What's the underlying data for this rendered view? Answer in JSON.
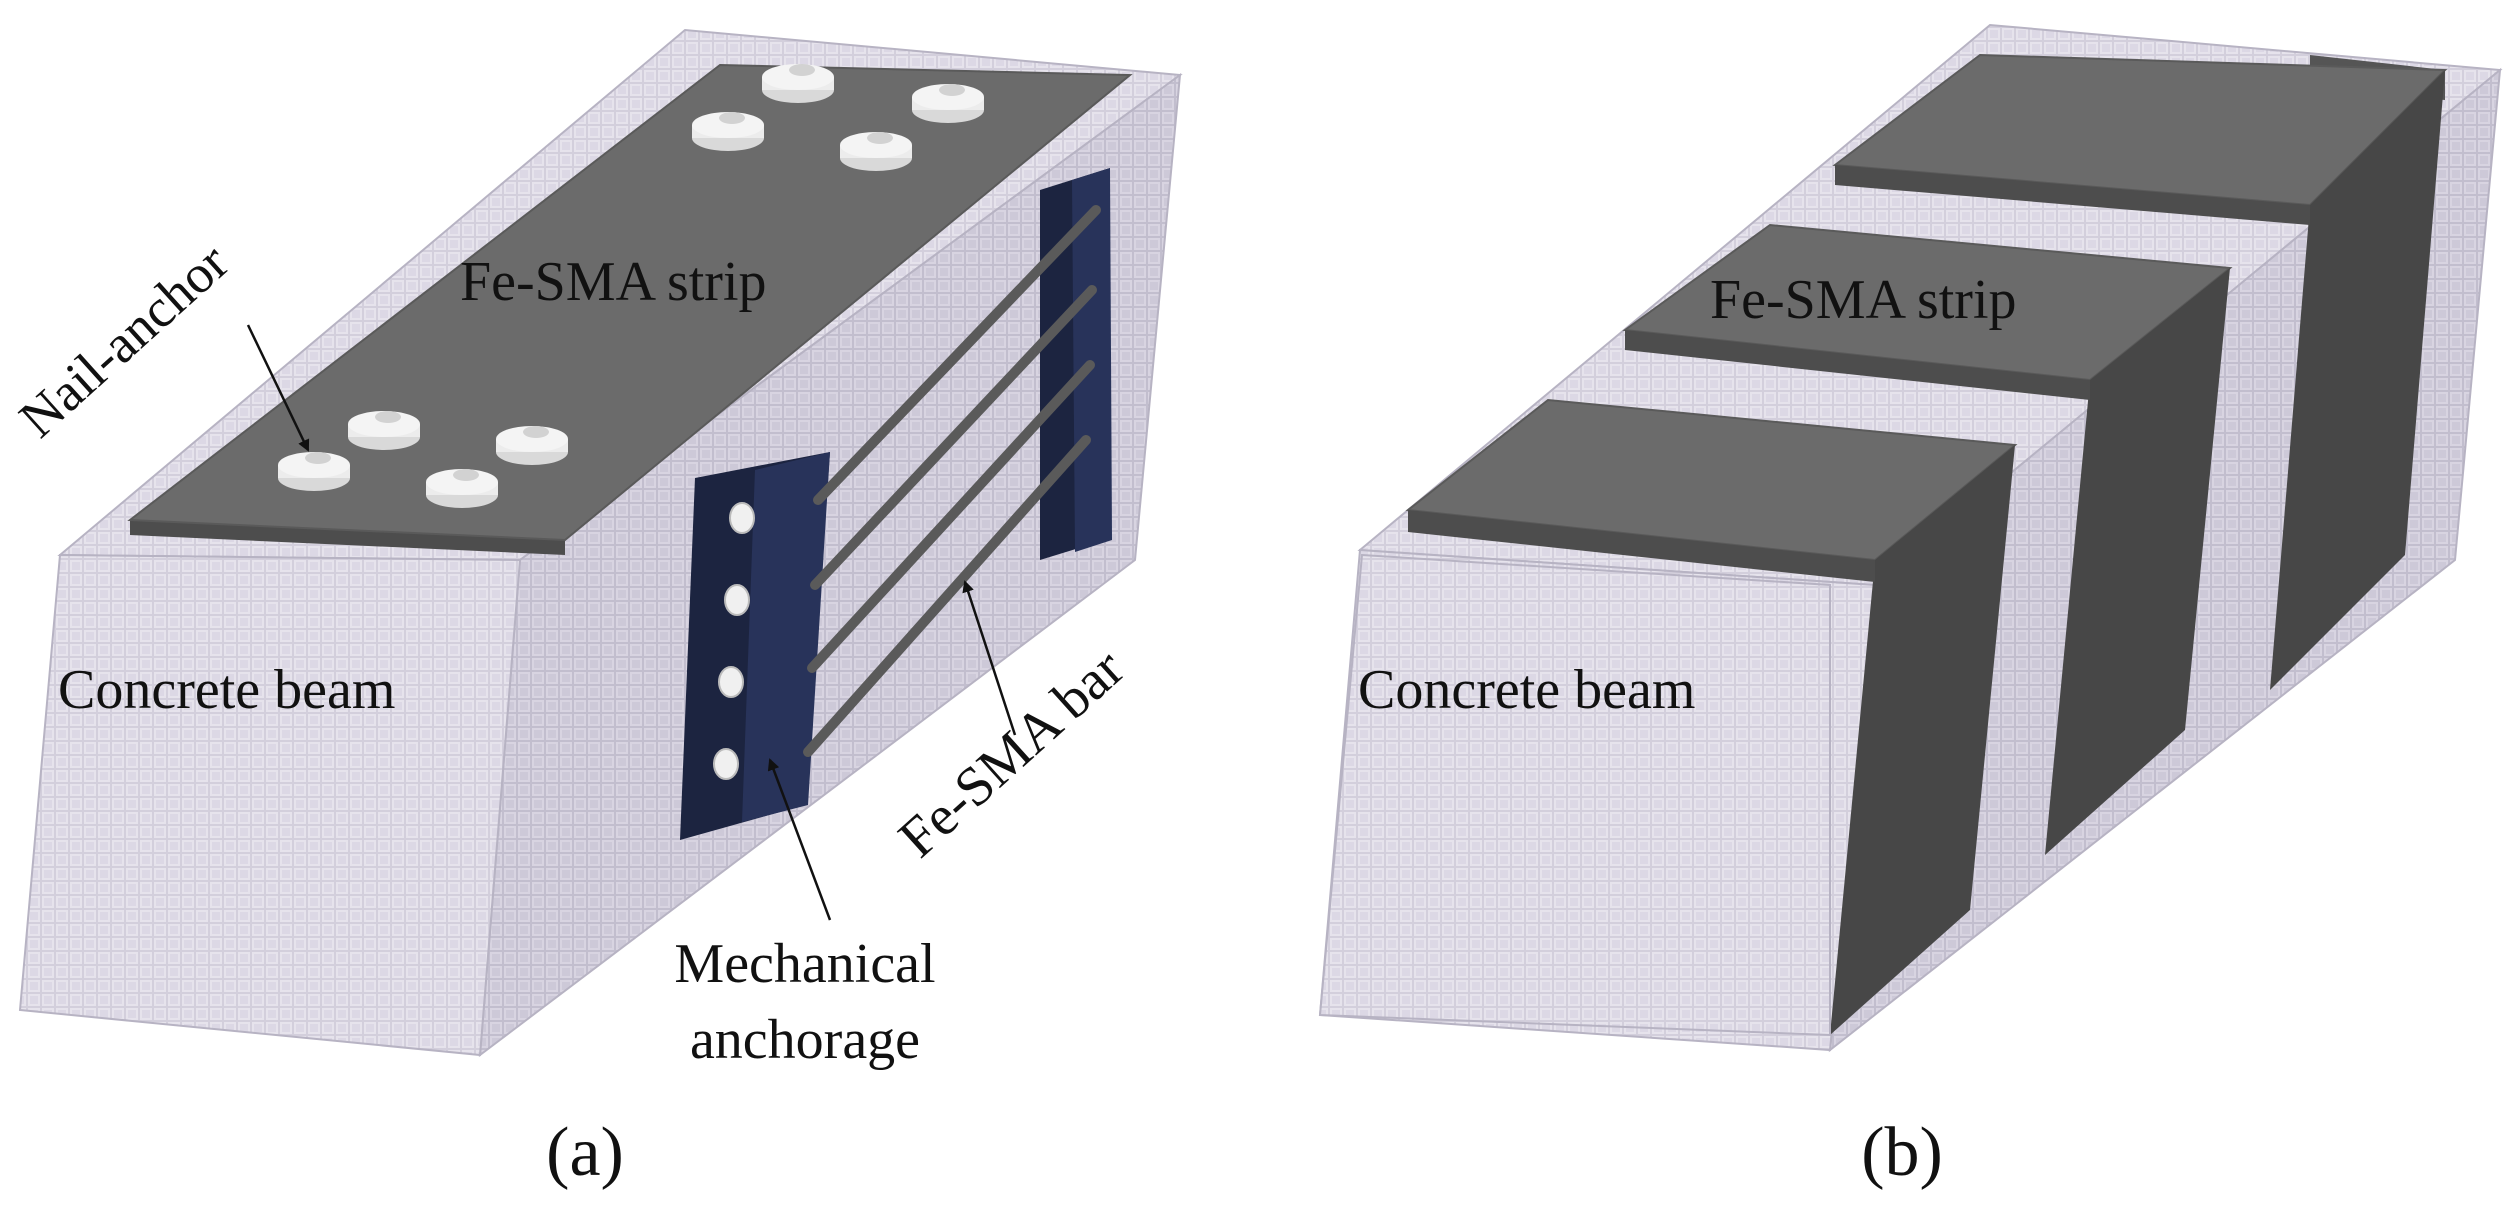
{
  "panel_a": {
    "caption": "(a)",
    "labels": {
      "nail_anchor": "Nail-anchor",
      "strip": "Fe-SMA strip",
      "beam": "Concrete beam",
      "bar": "Fe-SMA bar",
      "mech_line1": "Mechanical",
      "mech_line2": "anchorage"
    }
  },
  "panel_b": {
    "caption": "(b)",
    "labels": {
      "strip": "Fe-SMA strip",
      "beam": "Concrete beam"
    }
  },
  "colors": {
    "concrete_front": "#cfcbd9",
    "concrete_side": "#bdb9c9",
    "concrete_top": "#d9d6e2",
    "strip_top": "#6b6b6b",
    "strip_side": "#474747",
    "anchorage": "#1c2440",
    "bar": "#5a5a5a",
    "nail": "#ececec"
  }
}
